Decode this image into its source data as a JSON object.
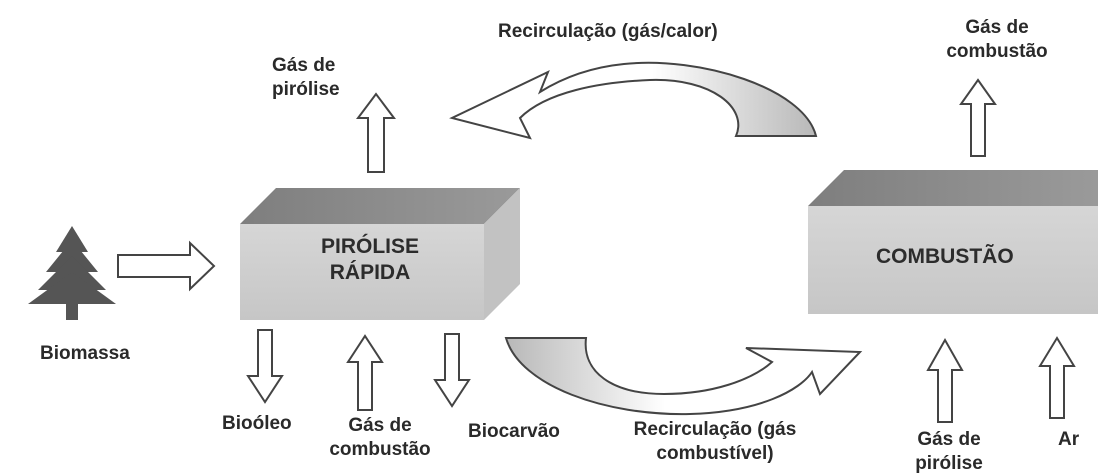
{
  "diagram": {
    "nodes": {
      "biomass": {
        "label": "Biomassa"
      },
      "pyrolysis": {
        "line1": "PIRÓLISE",
        "line2": "RÁPIDA"
      },
      "combustion": {
        "label": "COMBUSTÃO"
      }
    },
    "labels": {
      "pyrolysis_gas_out": {
        "line1": "Gás de",
        "line2": "pirólise"
      },
      "recirc_top": "Recirculação (gás/calor)",
      "combustion_gas_out": {
        "line1": "Gás de",
        "line2": "combustão"
      },
      "bio_oil": "Bioóleo",
      "combustion_gas_in": {
        "line1": "Gás de",
        "line2": "combustão"
      },
      "biochar": "Biocarvão",
      "recirc_bottom": {
        "line1": "Recirculação (gás",
        "line2": "combustível)"
      },
      "pyrolysis_gas_in": {
        "line1": "Gás de",
        "line2": "pirólise"
      },
      "air": "Ar"
    },
    "colors": {
      "box_front": "#cfcfcf",
      "box_top": "#8a8a8a",
      "box_side": "#b4b4b4",
      "arrow_stroke": "#444444",
      "curve_fill": "#bdbdbd",
      "tree": "#555555"
    }
  }
}
